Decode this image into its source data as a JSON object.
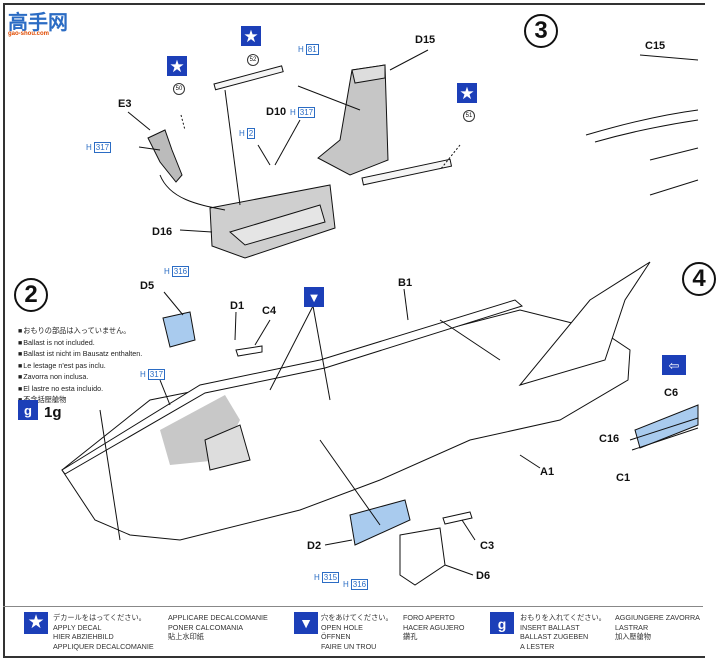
{
  "watermark": {
    "title": "高手网",
    "site": "gao-shou.com"
  },
  "steps": {
    "step2": "2",
    "step3": "3",
    "step4": "4"
  },
  "parts": {
    "E3": "E3",
    "D15": "D15",
    "D10": "D10",
    "D16": "D16",
    "D5": "D5",
    "D1": "D1",
    "C4": "C4",
    "B1": "B1",
    "A1": "A1",
    "D2": "D2",
    "C3": "C3",
    "D6": "D6",
    "C15": "C15",
    "C6": "C6",
    "C16": "C16",
    "C1": "C1"
  },
  "paint_refs": {
    "h317_a": {
      "prefix": "H",
      "code": "317"
    },
    "h81": {
      "prefix": "H",
      "code": "81"
    },
    "h2": {
      "prefix": "H",
      "code": "2"
    },
    "h317_b": {
      "prefix": "H",
      "code": "317"
    },
    "h316_a": {
      "prefix": "H",
      "code": "316"
    },
    "h317_c": {
      "prefix": "H",
      "code": "317"
    },
    "h315": {
      "prefix": "H",
      "code": "315"
    },
    "h316_b": {
      "prefix": "H",
      "code": "316"
    }
  },
  "decal_numbers": {
    "d50": "50",
    "d52": "52",
    "d51": "51"
  },
  "ballast_notes": [
    "おもりの部品は入っていません。",
    "Ballast is not included.",
    "Ballast ist nicht im Bausatz enthalten.",
    "Le lestage n'est pas inclu.",
    "Zavorra non inclusa.",
    "El lastre no esta incluido.",
    "不含括壓艙物"
  ],
  "ballast_weight": "1g",
  "ballast_icon": "g",
  "legend": {
    "apply_decal": {
      "icon": "star-decal-icon",
      "col1": [
        "デカールをはってください。",
        "APPLY DECAL",
        "HIER ABZIEHBILD",
        "APPLIQUER DECALCOMANIE"
      ],
      "col2": [
        "APPLICARE DECALCOMANIE",
        "PONER CALCOMANIA",
        "貼上水印紙"
      ]
    },
    "open_hole": {
      "icon": "drill-icon",
      "col1": [
        "穴をあけてください。",
        "OPEN HOLE",
        "ÖFFNEN",
        "FAIRE UN TROU"
      ],
      "col2": [
        "FORO APERTO",
        "HACER AGUJERO",
        "鑽孔"
      ]
    },
    "insert_ballast": {
      "icon": "weight-icon",
      "col1": [
        "おもりを入れてください。",
        "INSERT BALLAST",
        "BALLAST ZUGEBEN",
        "A LESTER"
      ],
      "col2": [
        "AGGIUNGERE ZAVORRA",
        "LASTRAR",
        "加入壓艙物"
      ]
    }
  },
  "colors": {
    "decal_blue": "#1c3fb8",
    "paint_ref_blue": "#2b6cc4",
    "canopy_blue": "#a9cbee",
    "part_gray": "#c8c8c8"
  }
}
